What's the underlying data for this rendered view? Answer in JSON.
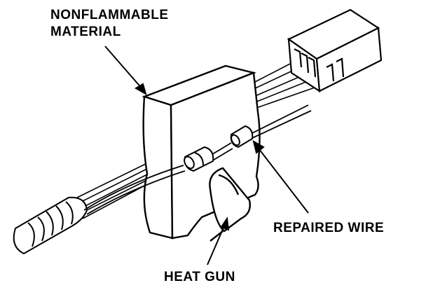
{
  "labels": {
    "nonflammable_line1": "NONFLAMMABLE",
    "nonflammable_line2": "MATERIAL",
    "repaired_wire": "REPAIRED WIRE",
    "heat_gun": "HEAT GUN"
  }
}
